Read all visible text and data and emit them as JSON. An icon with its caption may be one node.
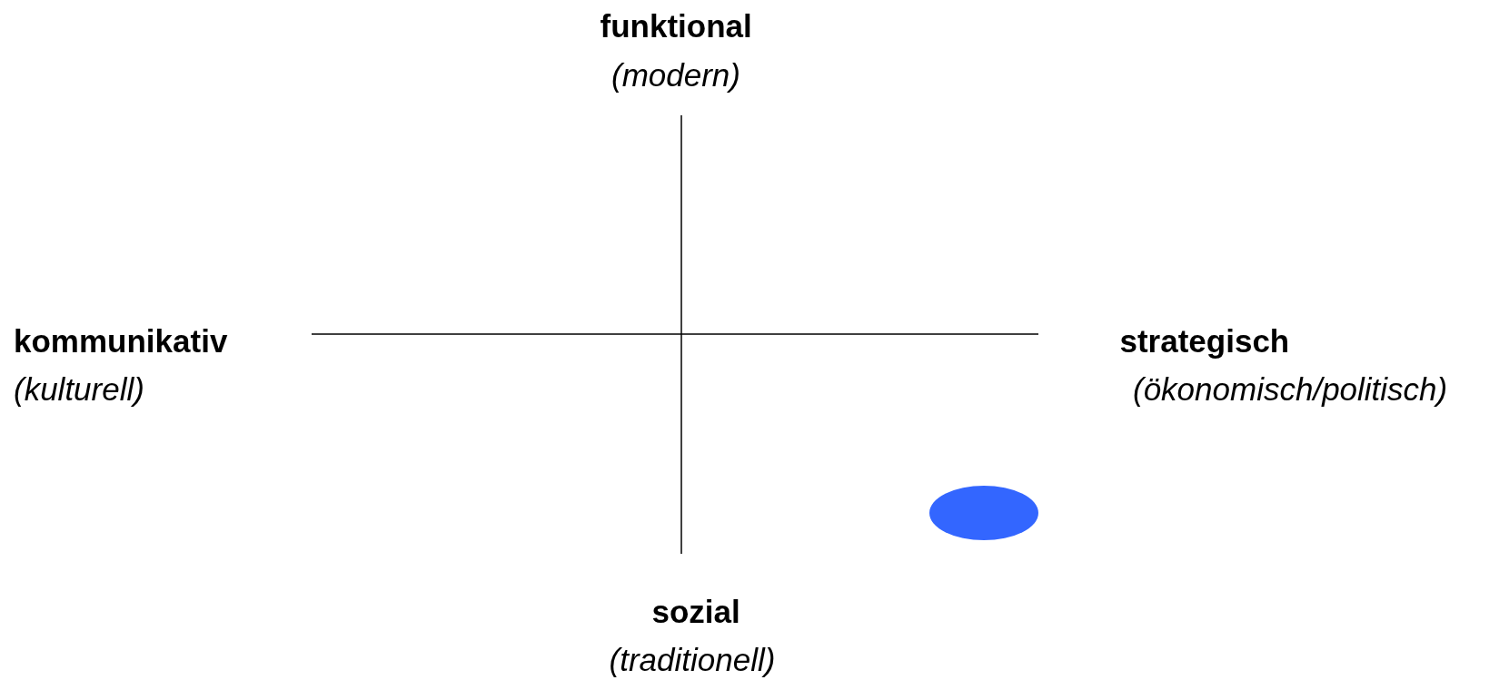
{
  "diagram": {
    "nodes": [
      {
        "text": [],
        "shape": "ellipse"
      }
    ],
    "edges": [],
    "labels": [
      "funktional",
      "(modern)",
      "kommunikativ",
      "(kulturell)",
      "strategisch",
      "(ökonomisch/politisch)",
      "sozial",
      "(traditionell)"
    ]
  }
}
